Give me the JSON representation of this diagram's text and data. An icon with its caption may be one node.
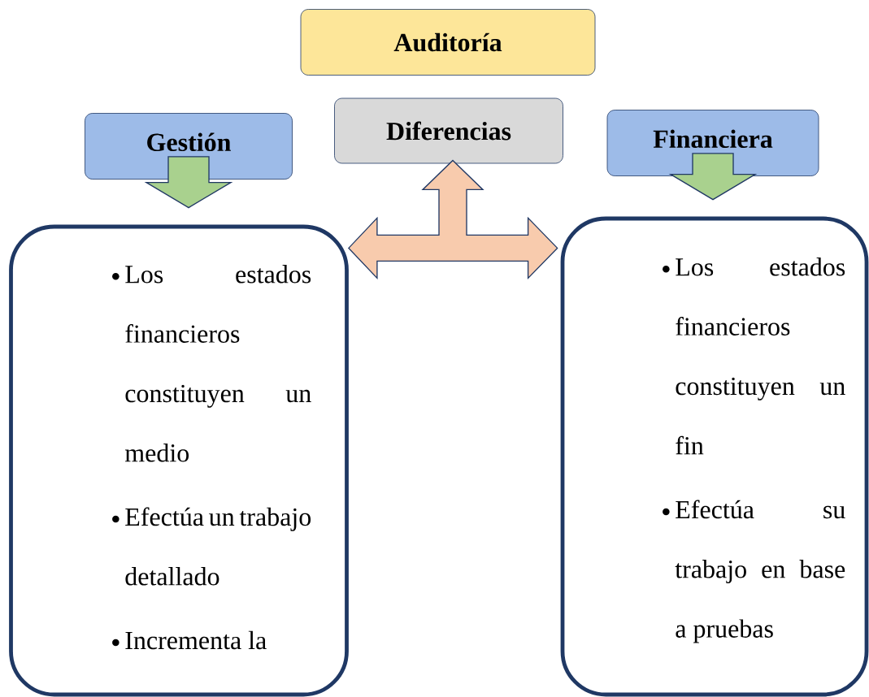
{
  "diagram": {
    "nodes": [
      {
        "text": [
          "Auditoría"
        ]
      },
      {
        "text": [
          "Gestión"
        ]
      },
      {
        "text": [
          "Diferencias"
        ]
      },
      {
        "text": [
          "Financiera"
        ]
      },
      {
        "text": [
          "Los estados financieros constituyen un medio",
          "Efectúa un trabajo detallado",
          "Incrementa la"
        ]
      },
      {
        "text": [
          "Los estados financieros constituyen un fin",
          "Efectúa su trabajo en base a pruebas"
        ]
      }
    ],
    "edges": [
      {
        "from": 1,
        "to": 4,
        "arrow": "to"
      },
      {
        "from": 3,
        "to": 5,
        "arrow": "to"
      },
      {
        "from": 2,
        "to": 4,
        "arrow": "both"
      },
      {
        "from": 2,
        "to": 5,
        "arrow": "both"
      }
    ]
  }
}
